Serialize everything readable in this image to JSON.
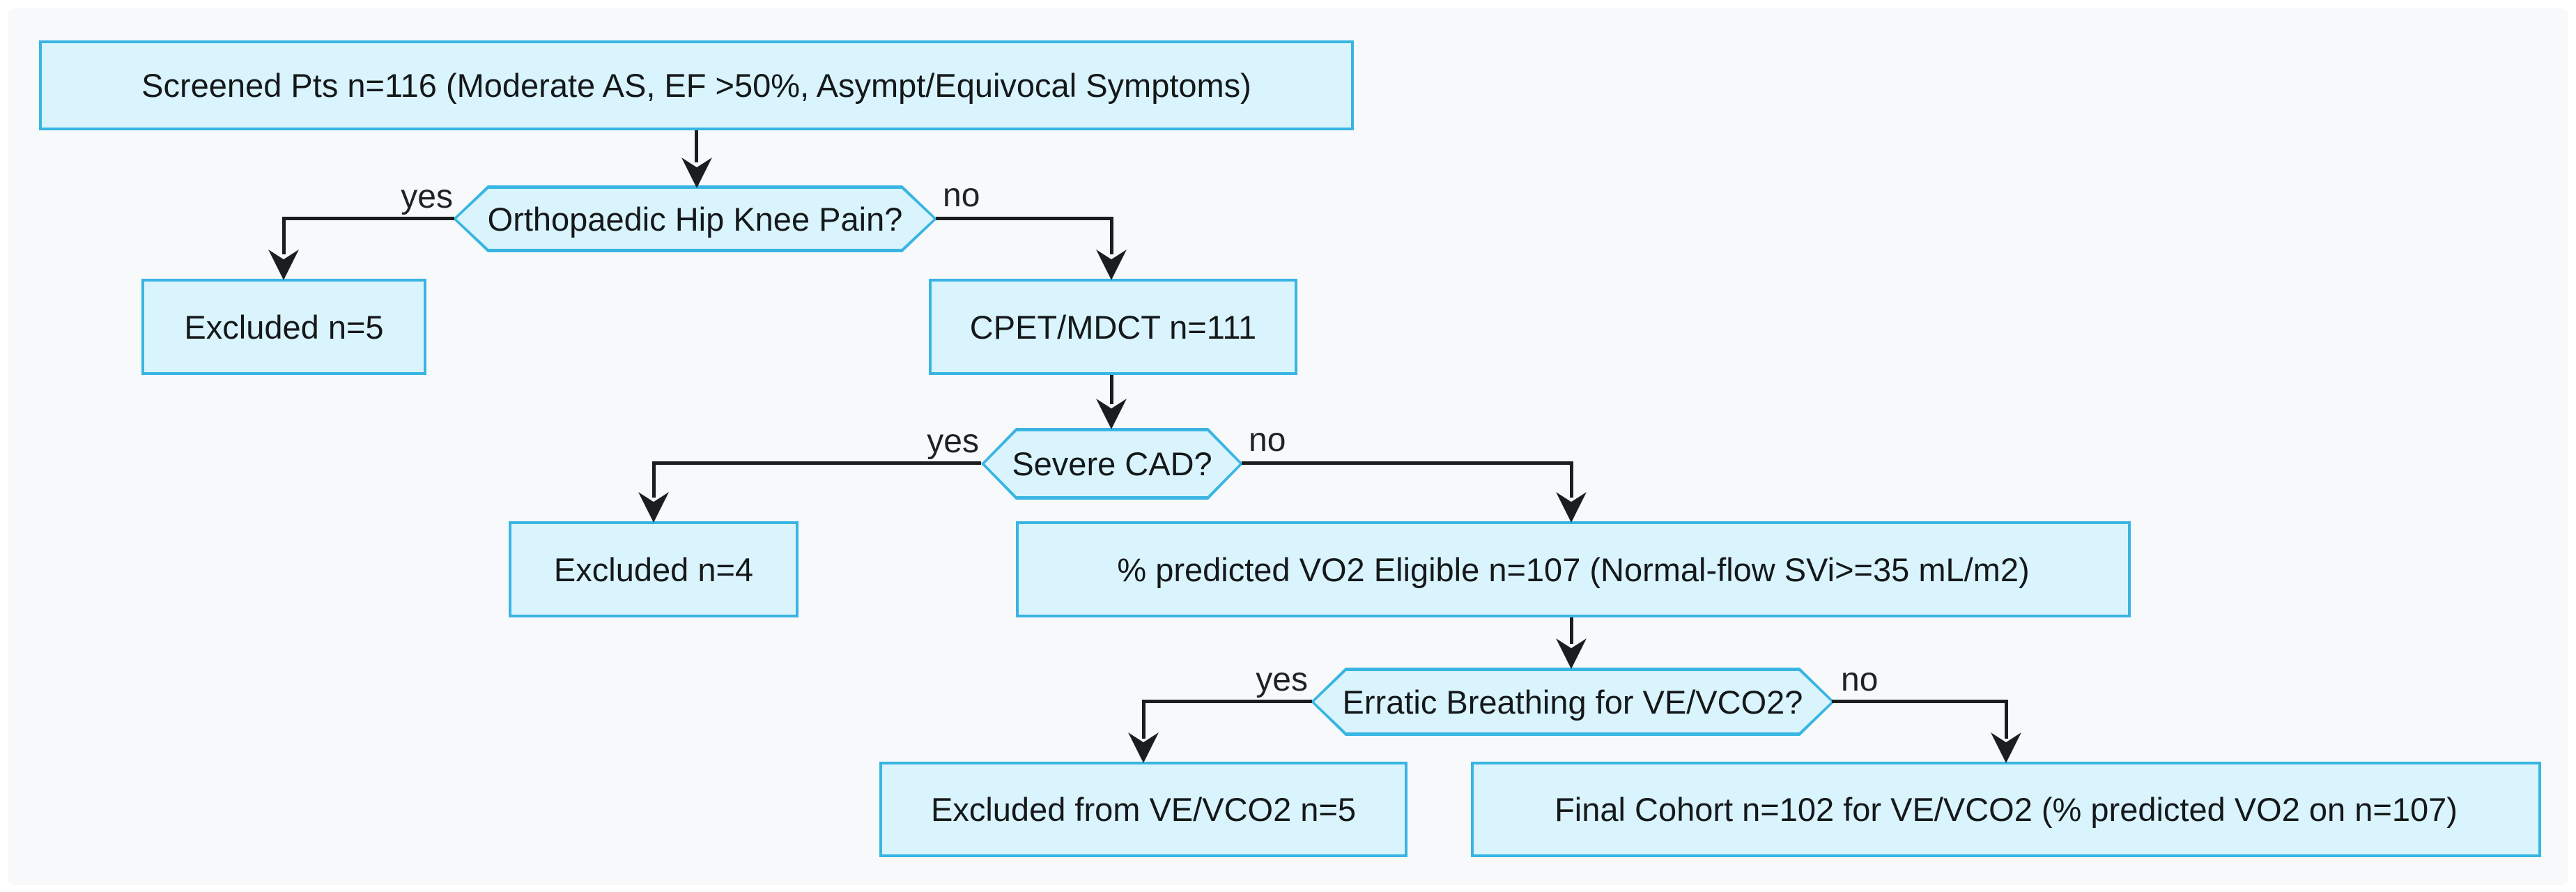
{
  "diagram": {
    "type": "flowchart",
    "direction": "top-down",
    "style": {
      "canvas_background": "#f8f9fa",
      "page_background": "#ffffff",
      "node_fill": "#d9f4fd",
      "node_border": "#38b5e2",
      "connector_color": "#1b1d1e",
      "text_color": "#15181a"
    },
    "nodes": [
      {
        "id": "screened",
        "type": "rect",
        "label": "Screened Pts n=116 (Moderate AS, EF >50%, Asympt/Equivocal Symptoms)"
      },
      {
        "id": "hip-knee-pain",
        "type": "decision",
        "label": "Orthopaedic Hip Knee Pain?"
      },
      {
        "id": "excluded-hip",
        "type": "rect",
        "label": "Excluded n=5"
      },
      {
        "id": "cpet-mdct",
        "type": "rect",
        "label": "CPET/MDCT n=111"
      },
      {
        "id": "severe-cad",
        "type": "decision",
        "label": "Severe CAD?"
      },
      {
        "id": "excluded-cad",
        "type": "rect",
        "label": "Excluded n=4"
      },
      {
        "id": "vo2-eligible",
        "type": "rect",
        "label": "% predicted VO2 Eligible n=107 (Normal-flow SVi>=35 mL/m2)"
      },
      {
        "id": "erratic-breathing",
        "type": "decision",
        "label": "Erratic Breathing for VE/VCO2?"
      },
      {
        "id": "excluded-vevco2",
        "type": "rect",
        "label": "Excluded from VE/VCO2 n=5"
      },
      {
        "id": "final-cohort",
        "type": "rect",
        "label": "Final Cohort n=102 for VE/VCO2 (% predicted VO2 on n=107)"
      }
    ],
    "edges": [
      {
        "from": "screened",
        "to": "hip-knee-pain",
        "label": ""
      },
      {
        "from": "hip-knee-pain",
        "to": "excluded-hip",
        "label": "yes"
      },
      {
        "from": "hip-knee-pain",
        "to": "cpet-mdct",
        "label": "no"
      },
      {
        "from": "cpet-mdct",
        "to": "severe-cad",
        "label": ""
      },
      {
        "from": "severe-cad",
        "to": "excluded-cad",
        "label": "yes"
      },
      {
        "from": "severe-cad",
        "to": "vo2-eligible",
        "label": "no"
      },
      {
        "from": "vo2-eligible",
        "to": "erratic-breathing",
        "label": ""
      },
      {
        "from": "erratic-breathing",
        "to": "excluded-vevco2",
        "label": "yes"
      },
      {
        "from": "erratic-breathing",
        "to": "final-cohort",
        "label": "no"
      }
    ]
  }
}
